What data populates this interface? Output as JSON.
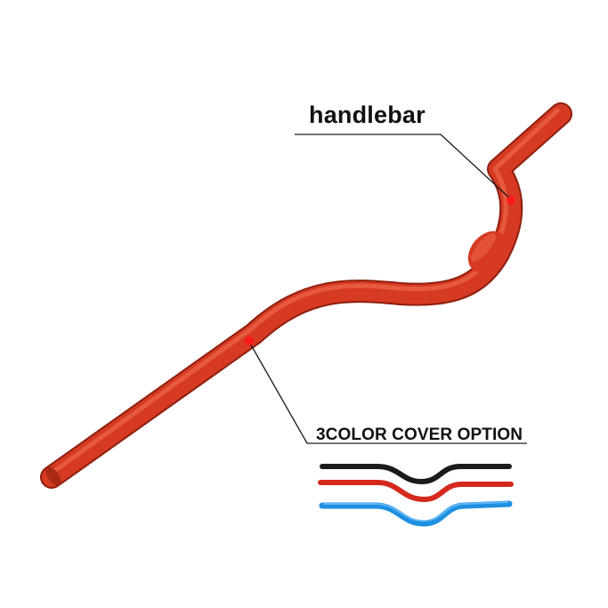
{
  "labels": {
    "part_name": "handlebar",
    "color_option": "3COLOR COVER OPTION"
  },
  "colors": {
    "background": "#ffffff",
    "main_bar": "#d63a22",
    "marker_dot": "#ff1a1a",
    "leader_line": "#1a1a1a",
    "option_black": "#1b1b1b",
    "option_red": "#d42a1e",
    "option_blue": "#1f8fe0"
  },
  "color_options": [
    "black",
    "red",
    "blue"
  ]
}
